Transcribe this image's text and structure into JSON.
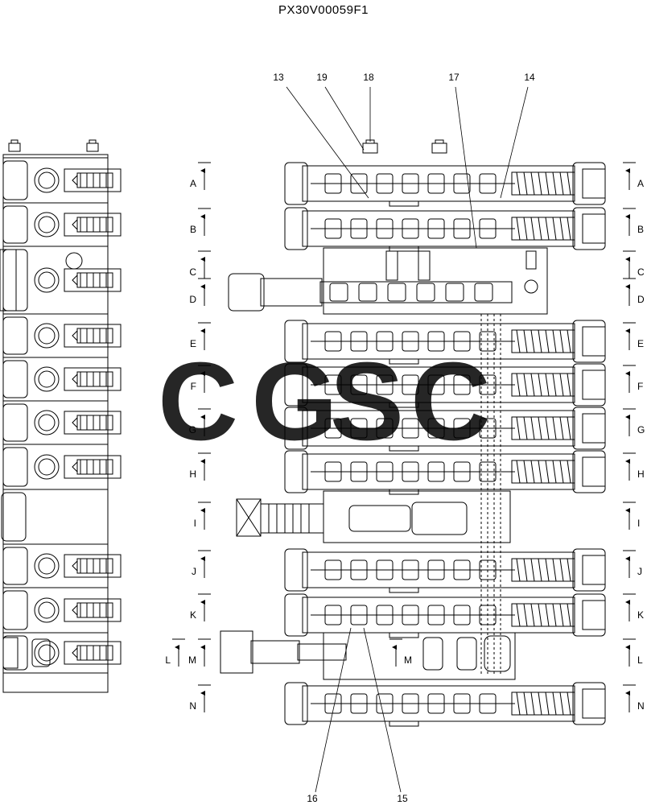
{
  "title": "PX30V00059F1",
  "watermark": {
    "letters": [
      "C",
      "G",
      "S",
      "C"
    ],
    "colors": [
      "#7ab0f5",
      "#f0857c",
      "#f5cf4a",
      "#5cba88"
    ]
  },
  "callouts": [
    "13",
    "19",
    "18",
    "17",
    "14",
    "16",
    "15"
  ],
  "sections": [
    "A",
    "B",
    "C",
    "D",
    "E",
    "F",
    "G",
    "H",
    "I",
    "J",
    "K",
    "L",
    "M",
    "N"
  ],
  "colors": {
    "line": "#000000",
    "background": "#ffffff"
  }
}
